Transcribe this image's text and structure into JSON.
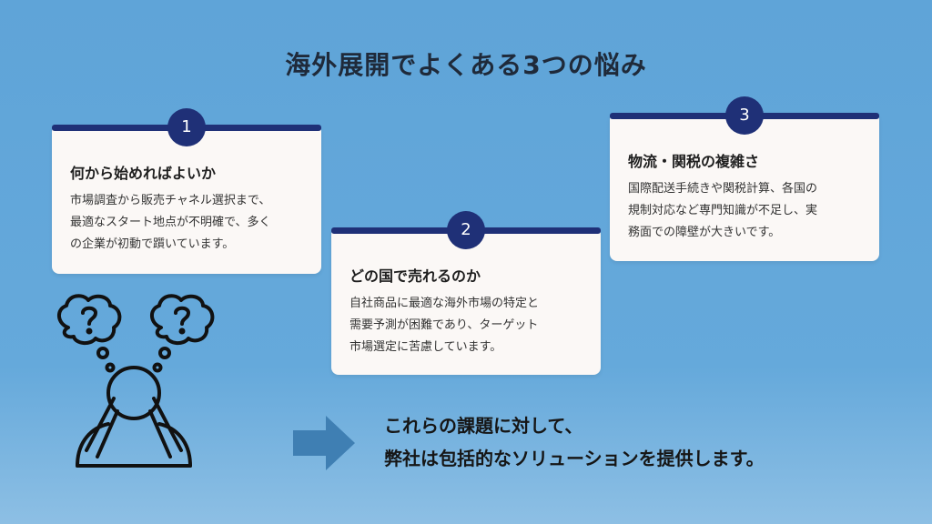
{
  "title": "海外展開でよくある3つの悩み",
  "cards": [
    {
      "number": "1",
      "title": "何から始めればよいか",
      "body_lines": [
        "市場調査から販売チャネル選択まで、",
        "最適なスタート地点が不明確で、多く",
        "の企業が初動で躓いています。"
      ]
    },
    {
      "number": "2",
      "title": "どの国で売れるのか",
      "body_lines": [
        "自社商品に最適な海外市場の特定と",
        "需要予測が困難であり、ターゲット",
        "市場選定に苦慮しています。"
      ]
    },
    {
      "number": "3",
      "title": "物流・関税の複雑さ",
      "body_lines": [
        "国際配送手続きや関税計算、各国の",
        "規制対応など専門知識が不足し、実",
        "務面での障壁が大きいです。"
      ]
    }
  ],
  "conclusion": {
    "line1": "これらの課題に対して、",
    "line2": "弊社は包括的なソリューションを提供します。"
  },
  "icons": {
    "arrow": "right-arrow-icon",
    "person": "confused-person-icon",
    "thought": "question-thought-bubble-icon"
  },
  "colors": {
    "accent": "#1f3077",
    "card_bg": "#fbf8f6",
    "background": "#65a9db",
    "arrow": "#3f7fb3"
  }
}
